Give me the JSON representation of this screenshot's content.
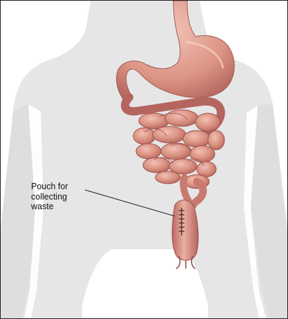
{
  "label": {
    "lines": [
      "Pouch for",
      "collecting",
      "waste"
    ]
  },
  "colors": {
    "body_silhouette": "#e6e6e6",
    "organ_fill": "#d98e83",
    "organ_shadow": "#b8665f",
    "organ_highlight": "#f0b7aa",
    "stitch": "#3a2320",
    "leader_line": "#222222"
  }
}
